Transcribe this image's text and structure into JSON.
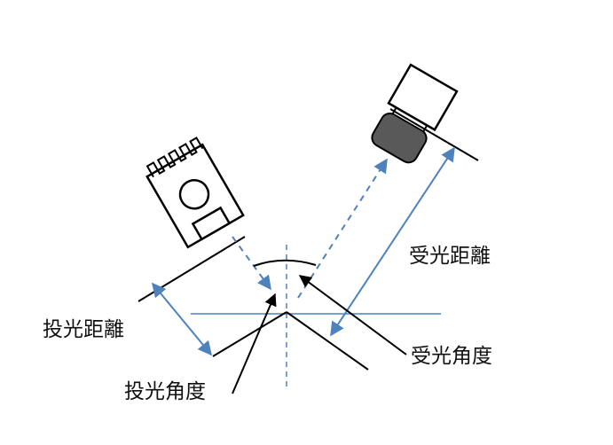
{
  "labels": {
    "projection_distance": "投光距離",
    "receiving_distance": "受光距離",
    "projection_angle": "投光角度",
    "receiving_angle": "受光角度"
  },
  "colors": {
    "line": "#000000",
    "accent_blue": "#4f81bd",
    "sensor_dark": "#595959",
    "background": "#ffffff"
  },
  "icons": {
    "projector": "light-projector-icon",
    "receiver": "light-receiver-icon"
  }
}
